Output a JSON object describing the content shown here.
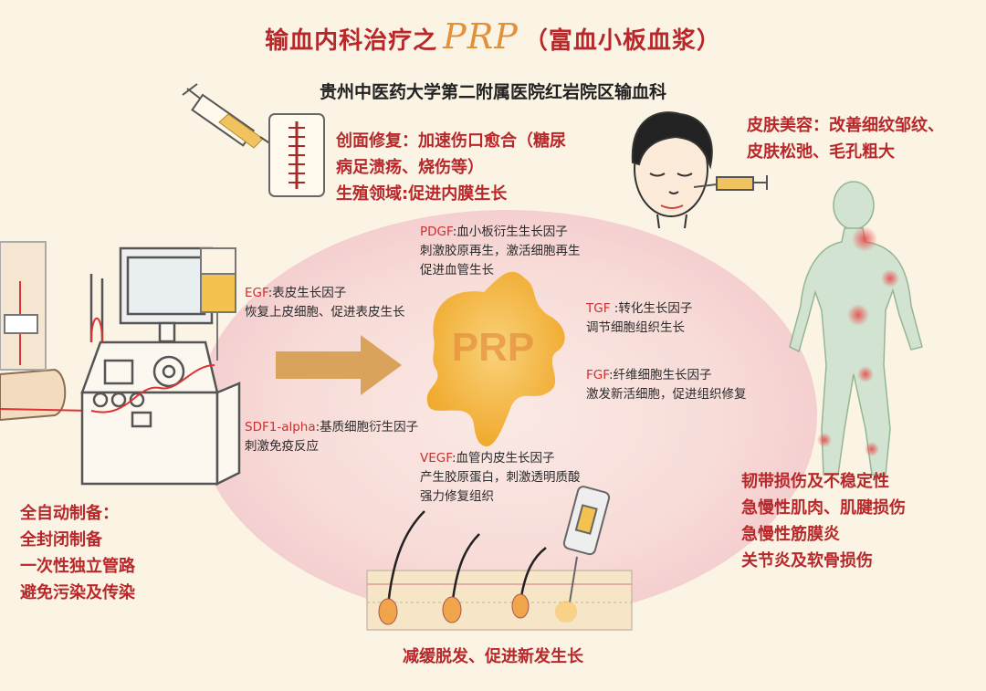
{
  "header": {
    "title_left": "输血内科治疗之",
    "title_prp": "PRP",
    "title_right": "（富血小板血浆）",
    "subtitle": "贵州中医药大学第二附属医院红岩院区输血科"
  },
  "center": {
    "label": "PRP"
  },
  "applications": {
    "wound": [
      "创面修复：加速伤口愈合（糖尿",
      "病足溃疡、烧伤等）",
      "生殖领域:促进内膜生长"
    ],
    "skin": [
      "皮肤美容：改善细纹邹纹、",
      "皮肤松弛、毛孔粗大"
    ],
    "sports": [
      "韧带损伤及不稳定性",
      "急慢性肌肉、肌腱损伤",
      "急慢性筋膜炎",
      "关节炎及软骨损伤"
    ],
    "equipment": [
      "全自动制备：",
      "全封闭制备",
      "一次性独立管路",
      "避免污染及传染"
    ],
    "hair": "减缓脱发、促进新发生长"
  },
  "growth_factors": {
    "pdgf": {
      "key": "PDGF",
      "name": ":血小板衍生生长因子",
      "lines": [
        "刺激胶原再生，激活细胞再生",
        "促进血管生长"
      ]
    },
    "egf": {
      "key": "EGF",
      "name": ":表皮生长因子",
      "lines": [
        "恢复上皮细胞、促进表皮生长"
      ]
    },
    "tgf": {
      "key": "TGF",
      "name": " :转化生长因子",
      "lines": [
        "调节细胞组织生长"
      ]
    },
    "fgf": {
      "key": "FGF",
      "name": ":纤维细胞生长因子",
      "lines": [
        "激发新活细胞，促进组织修复"
      ]
    },
    "sdf": {
      "key": "SDF1-alpha",
      "name": ":基质细胞衍生因子",
      "lines": [
        "刺激免疫反应"
      ]
    },
    "vegf": {
      "key": "VEGF",
      "name": ":血管内皮生长因子",
      "lines": [
        "产生胶原蛋白，刺激透明质酸",
        "强力修复组织"
      ]
    }
  },
  "colors": {
    "accent_red": "#b8272a",
    "prp_gold": "#f2b540",
    "arrow": "#d9a35c",
    "oval": "#f6d5d3"
  }
}
